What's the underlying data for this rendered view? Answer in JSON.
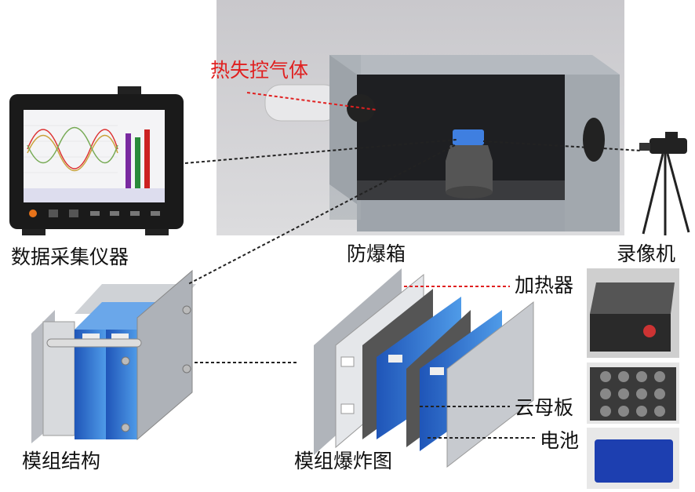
{
  "labels": {
    "gas": "热失控气体",
    "data_logger": "数据采集仪器",
    "explosion_box": "防爆箱",
    "camera": "录像机",
    "heater": "加热器",
    "module_structure": "模组结构",
    "module_exploded": "模组爆炸图",
    "mica_plate": "云母板",
    "battery": "电池"
  },
  "colors": {
    "gas_label": "#e02020",
    "battery_blue": "#2f6fd0",
    "box_gray": "#9ea4ab"
  }
}
